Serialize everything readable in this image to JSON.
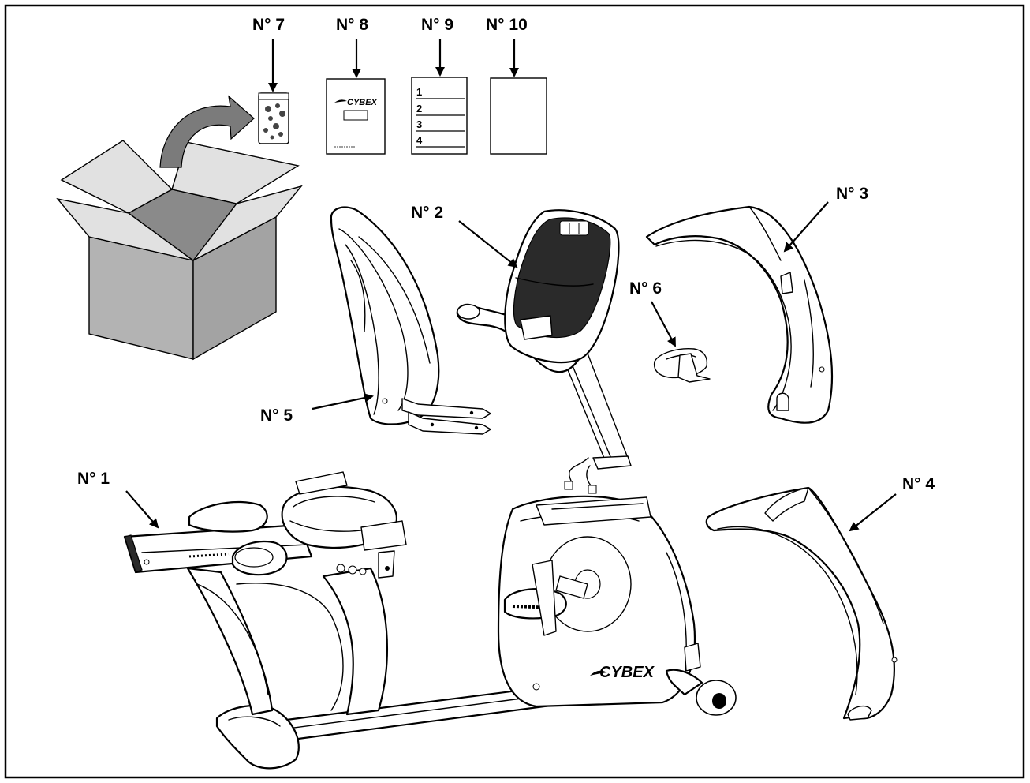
{
  "labels": {
    "n1": "N° 1",
    "n2": "N° 2",
    "n3": "N° 3",
    "n4": "N° 4",
    "n5": "N° 5",
    "n6": "N° 6",
    "n7": "N° 7",
    "n8": "N° 8",
    "n9": "N° 9",
    "n10": "N° 10"
  },
  "manual": {
    "brand": "CYBEX",
    "list_items": [
      "1",
      "2",
      "3",
      "4"
    ]
  },
  "frame": {
    "brand": "CYBEX"
  },
  "colors": {
    "box_front": "#b3b3b3",
    "box_side": "#a3a3a3",
    "box_inside": "#8a8a8a",
    "box_flaps": "#e1e1e1",
    "curved_arrow": "#7b7b7b",
    "line": "#000000"
  }
}
